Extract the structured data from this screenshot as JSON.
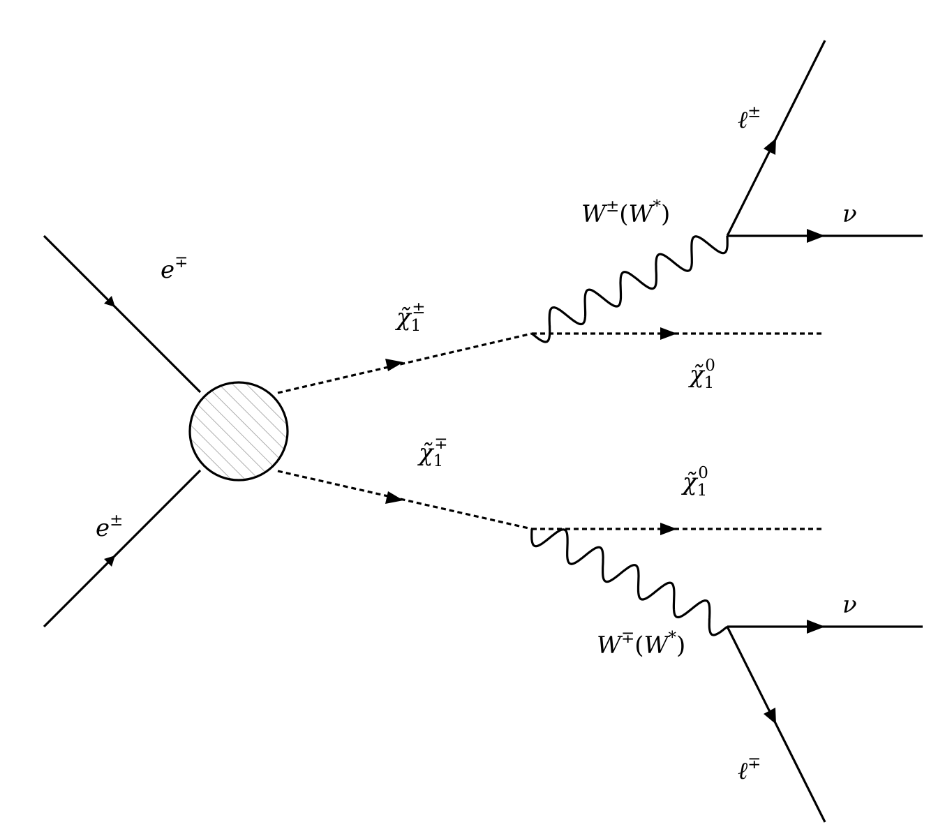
{
  "diagram": {
    "particles": {
      "e_top": {
        "base": "e",
        "sup": "∓"
      },
      "e_bottom": {
        "base": "e",
        "sup": "±"
      },
      "chi_pm": {
        "base": "χ̃",
        "sub": "1",
        "sup": "±"
      },
      "chi_mp": {
        "base": "χ̃",
        "sub": "1",
        "sup": "∓"
      },
      "chi0_top": {
        "base": "χ̃",
        "sub": "1",
        "sup": "0"
      },
      "chi0_bottom": {
        "base": "χ̃",
        "sub": "1",
        "sup": "0"
      },
      "w_top": {
        "base": "W",
        "sup": "±",
        "rest_open": "(",
        "inner": "W",
        "inner_sup": "*",
        "rest_close": ")"
      },
      "w_bottom": {
        "base": "W",
        "sup": "∓",
        "rest_open": "(",
        "inner": "W",
        "inner_sup": "*",
        "rest_close": ")"
      },
      "lep_top": {
        "base": "ℓ",
        "sup": "±"
      },
      "lep_bottom": {
        "base": "ℓ",
        "sup": "∓"
      },
      "nu_top": {
        "base": "ν"
      },
      "nu_bottom": {
        "base": "ν"
      }
    }
  }
}
